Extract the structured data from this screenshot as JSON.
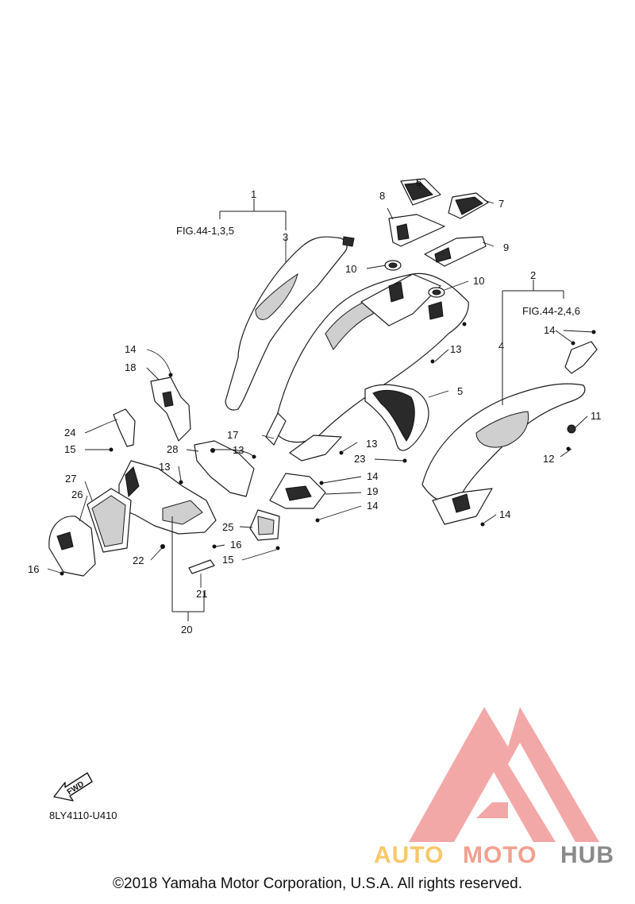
{
  "callouts": [
    {
      "id": "c1",
      "label": "1"
    },
    {
      "id": "c2",
      "label": "2"
    },
    {
      "id": "c3",
      "label": "3"
    },
    {
      "id": "c4",
      "label": "4"
    },
    {
      "id": "c5",
      "label": "5"
    },
    {
      "id": "c6",
      "label": "6"
    },
    {
      "id": "c7",
      "label": "7"
    },
    {
      "id": "c8",
      "label": "8"
    },
    {
      "id": "c9",
      "label": "9"
    },
    {
      "id": "c10a",
      "label": "10"
    },
    {
      "id": "c10b",
      "label": "10"
    },
    {
      "id": "c11",
      "label": "11"
    },
    {
      "id": "c12",
      "label": "12"
    },
    {
      "id": "c13a",
      "label": "13"
    },
    {
      "id": "c13b",
      "label": "13"
    },
    {
      "id": "c13c",
      "label": "13"
    },
    {
      "id": "c13d",
      "label": "13"
    },
    {
      "id": "c14a",
      "label": "14"
    },
    {
      "id": "c14b",
      "label": "14"
    },
    {
      "id": "c14c",
      "label": "14"
    },
    {
      "id": "c14d",
      "label": "14"
    },
    {
      "id": "c14e",
      "label": "14"
    },
    {
      "id": "c15a",
      "label": "15"
    },
    {
      "id": "c15b",
      "label": "15"
    },
    {
      "id": "c16a",
      "label": "16"
    },
    {
      "id": "c16b",
      "label": "16"
    },
    {
      "id": "c17",
      "label": "17"
    },
    {
      "id": "c18",
      "label": "18"
    },
    {
      "id": "c19",
      "label": "19"
    },
    {
      "id": "c20",
      "label": "20"
    },
    {
      "id": "c21",
      "label": "21"
    },
    {
      "id": "c22",
      "label": "22"
    },
    {
      "id": "c23",
      "label": "23"
    },
    {
      "id": "c24",
      "label": "24"
    },
    {
      "id": "c25",
      "label": "25"
    },
    {
      "id": "c26",
      "label": "26"
    },
    {
      "id": "c27",
      "label": "27"
    },
    {
      "id": "c28",
      "label": "28"
    }
  ],
  "figure_refs": {
    "left": "FIG.44-1,3,5",
    "right": "FIG.44-2,4,6"
  },
  "fwd_label": "FWD",
  "diagram_code": "8LY4110-U410",
  "watermark": {
    "auto": "AUTO",
    "moto": "MOTO",
    "hub": "HUB",
    "colors": {
      "auto": "#f7c86a",
      "moto": "#f2a08e",
      "hub": "#8a8a8a",
      "triangle": "#f29a9a"
    }
  },
  "copyright": "©2018 Yamaha Motor Corporation, U.S.A. All rights reserved."
}
